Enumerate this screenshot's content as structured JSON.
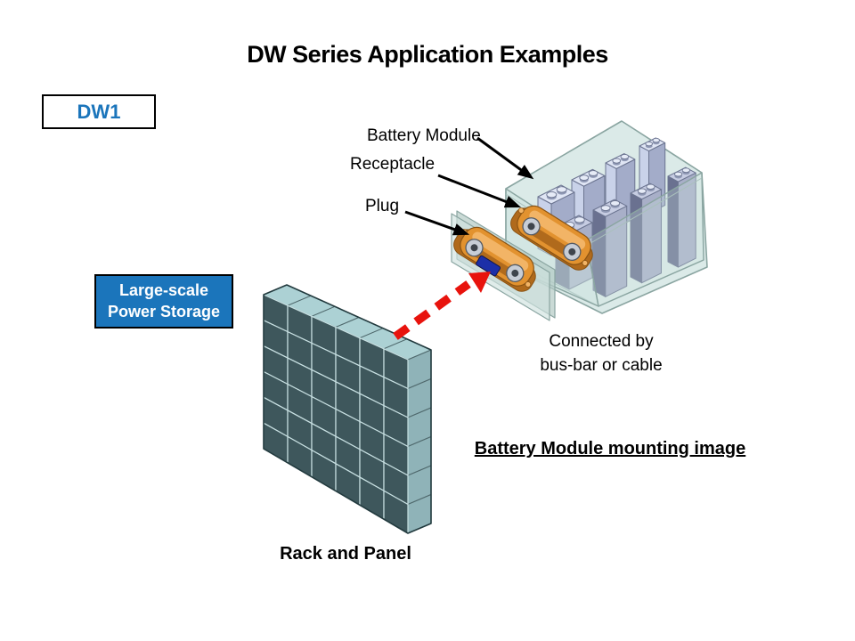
{
  "title": "DW Series Application Examples",
  "badge": {
    "label": "DW1"
  },
  "callouts": {
    "battery_module": "Battery Module",
    "receptacle": "Receptacle",
    "plug": "Plug"
  },
  "storage_box": {
    "line1": "Large-scale",
    "line2": "Power Storage"
  },
  "module_note": {
    "line1": "Connected by",
    "line2": "bus-bar or cable"
  },
  "captions": {
    "mounting": "Battery Module mounting image",
    "rack": "Rack and Panel"
  },
  "colors": {
    "accent_blue": "#1B75BB",
    "arrow_red": "#E8130D",
    "callout_arrow_black": "#000000",
    "rack_front": "#3E575C",
    "rack_top": "#ACD1D4",
    "rack_side": "#8FB3B8",
    "rack_outline": "#223A3E",
    "rack_gap": "#C8E0E2",
    "glass_fill": "#D9E9E7",
    "glass_stroke": "#8AA5A1",
    "battery_light_front": "#C9D2E9",
    "battery_light_side": "#A3ACC9",
    "battery_light_top": "#DFE5F4",
    "battery_dark_front": "#6A7190",
    "battery_dark_side": "#A8AFC8",
    "battery_dark_top": "#C6CCE2",
    "connector_orange": "#E2922F",
    "connector_orange_dark": "#B06A1C",
    "connector_orange_light": "#F2B466",
    "connector_edge": "#8A5313",
    "terminal_gray": "#C7CDD6",
    "terminal_core": "#3E444C",
    "plug_key_blue": "#1C2FA8"
  }
}
